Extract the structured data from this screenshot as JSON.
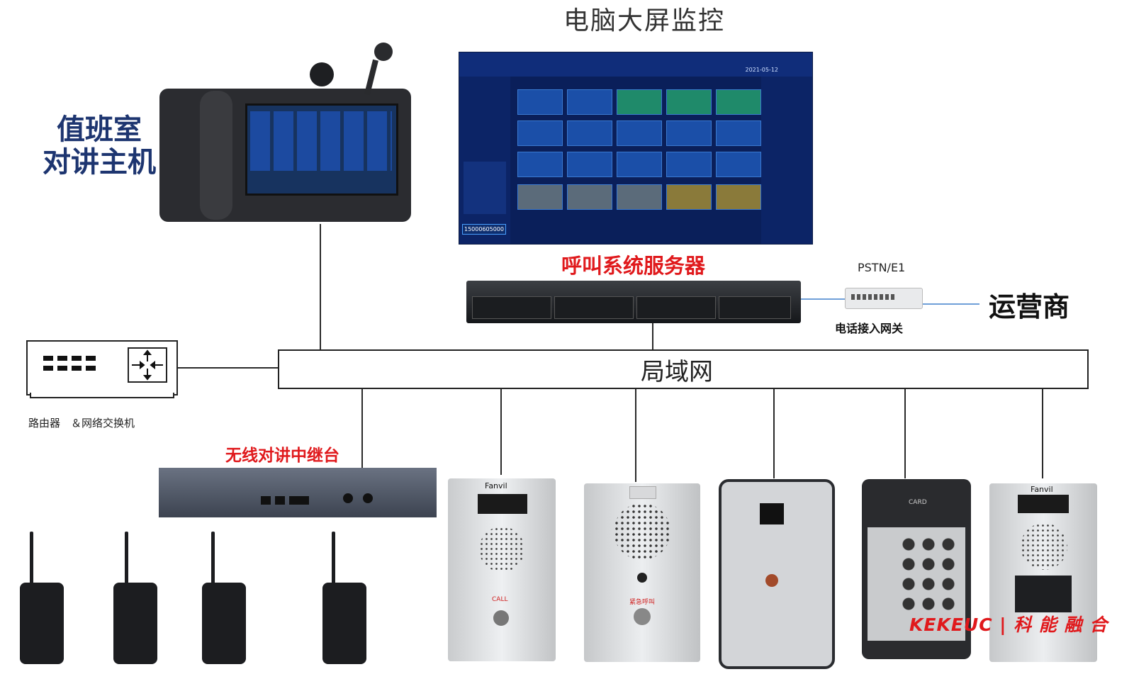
{
  "labels": {
    "monitor": "电脑大屏监控",
    "duty_line1": "值班室",
    "duty_line2": "对讲主机",
    "server": "呼叫系统服务器",
    "pstn": "PSTN/E1",
    "gateway": "电话接入网关",
    "carrier": "运营商",
    "lan": "局域网",
    "router": "路由器　＆网络交换机",
    "relay": "无线对讲中继台",
    "logo": "KEKEUC | 科 能 融 合"
  },
  "screen": {
    "date": "2021-05-12",
    "number": "15000605000"
  },
  "panels": {
    "brand": "Fanvil",
    "call": "CALL",
    "emergency": "紧急呼叫",
    "card": "CARD"
  }
}
